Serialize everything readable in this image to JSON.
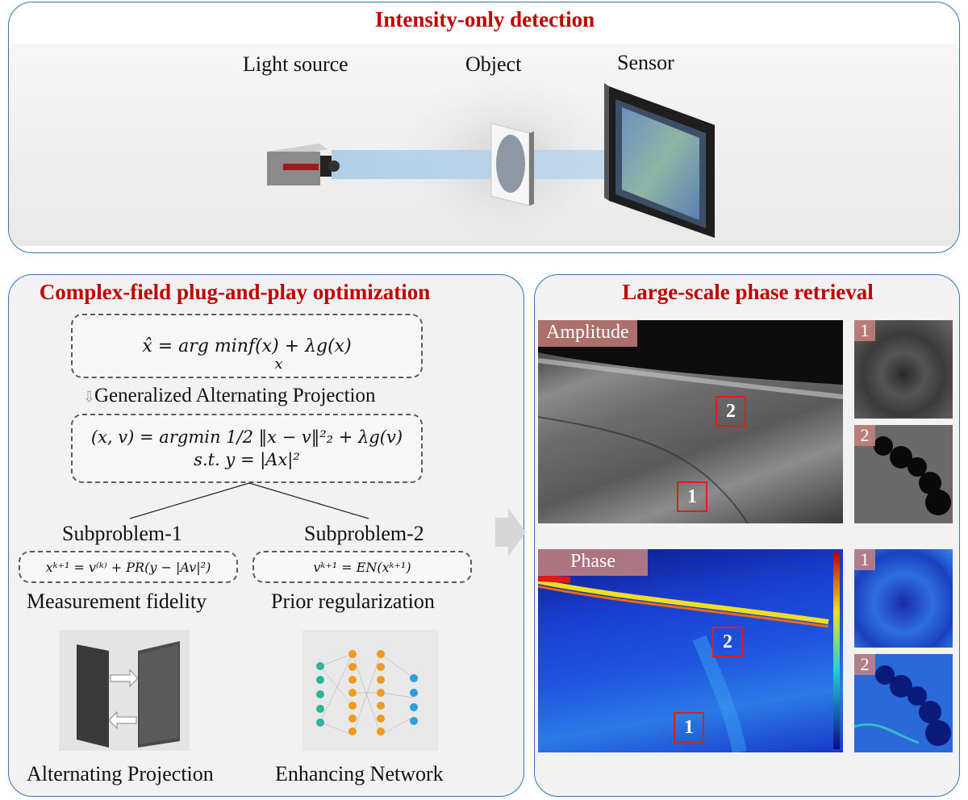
{
  "top": {
    "title": "Intensity-only detection",
    "light_source": "Light source",
    "object": "Object",
    "sensor": "Sensor"
  },
  "left": {
    "title": "Complex-field plug-and-play optimization",
    "eq1": "x̂ = arg minf(x) + λg(x)",
    "eq1_sub": "x",
    "gap_label": "Generalized Alternating Projection",
    "eq2_line1": "(x, v) = argmin 1/2 ‖x − v‖²₂ + λg(v)",
    "eq2_line2": "s.t. y = |Ax|²",
    "sub1": "Subproblem-1",
    "sub2": "Subproblem-2",
    "eq_sub1": "xᵏ⁺¹ = v⁽ᵏ⁾ + PR(y − |Av|²)",
    "eq_sub2": "vᵏ⁺¹ = EN(xᵏ⁺¹)",
    "fidelity": "Measurement fidelity",
    "prior": "Prior regularization",
    "alt_proj": "Alternating Projection",
    "enh_net": "Enhancing Network"
  },
  "right": {
    "title": "Large-scale phase retrieval",
    "amplitude": "Amplitude",
    "phase": "Phase",
    "roi1": "1",
    "roi2": "2"
  }
}
